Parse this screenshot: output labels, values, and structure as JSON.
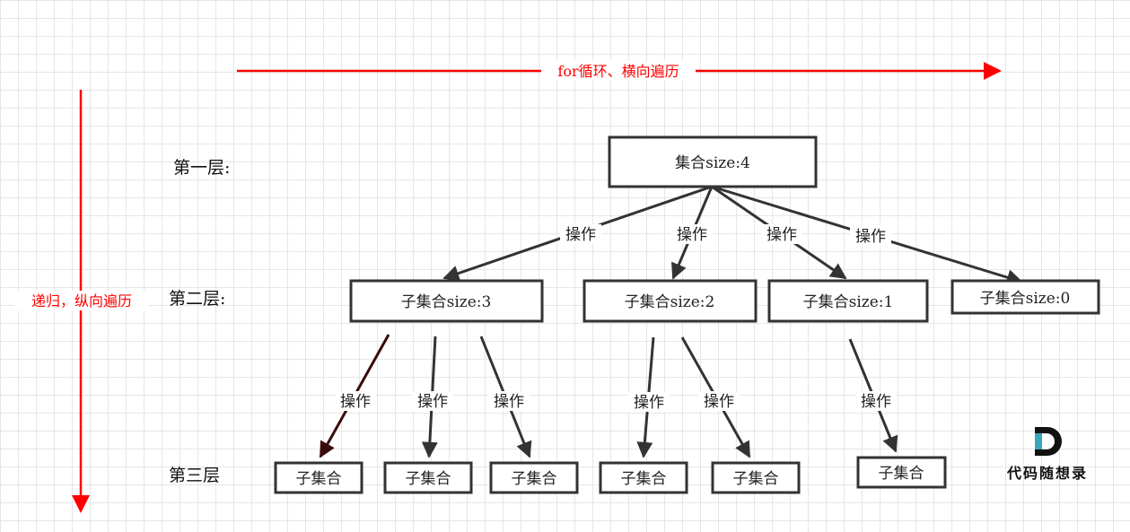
{
  "arrows": {
    "horizontal_label": "for循环、横向遍历",
    "vertical_label": "递归，纵向遍历"
  },
  "levels": [
    "第一层:",
    "第二层:",
    "第三层"
  ],
  "edge_label": "操作",
  "nodes": {
    "root": "集合size:4",
    "level2": [
      "子集合size:3",
      "子集合size:2",
      "子集合size:1",
      "子集合size:0"
    ],
    "level3": [
      "子集合",
      "子集合",
      "子集合",
      "子集合",
      "子集合",
      "子集合"
    ]
  },
  "brand": {
    "text": "代码随想录"
  },
  "colors": {
    "accent": "#ff0000",
    "edge": "#333333",
    "highlight_edge": "#3a0a0a",
    "logo_teal": "#3aa6b9"
  }
}
